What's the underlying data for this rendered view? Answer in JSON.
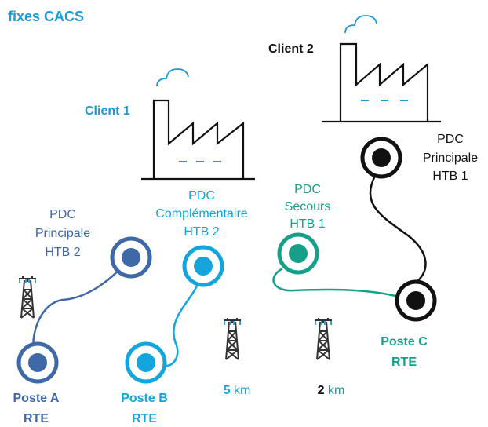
{
  "title": "fixes CACS",
  "clients": [
    {
      "label": "Client 1"
    },
    {
      "label": "Client 2"
    }
  ],
  "pdc": {
    "principale_htb2": [
      "PDC",
      "Principale",
      "HTB 2"
    ],
    "complementaire_htb2": [
      "PDC",
      "Complémentaire",
      "HTB 2"
    ],
    "secours_htb1": [
      "PDC",
      "Secours",
      "HTB 1"
    ],
    "principale_htb1": [
      "PDC",
      "Principale",
      "HTB 1"
    ]
  },
  "postes": [
    {
      "name": "Poste A",
      "operator": "RTE"
    },
    {
      "name": "Poste B",
      "operator": "RTE"
    },
    {
      "name": "Poste C",
      "operator": "RTE"
    }
  ],
  "distances": [
    {
      "value": "5",
      "unit": " km"
    },
    {
      "value": "2",
      "unit": " km"
    }
  ],
  "colors": {
    "dark_blue": "#3E68A7",
    "cyan": "#13A5DC",
    "teal": "#16A08A",
    "black": "#111111"
  }
}
